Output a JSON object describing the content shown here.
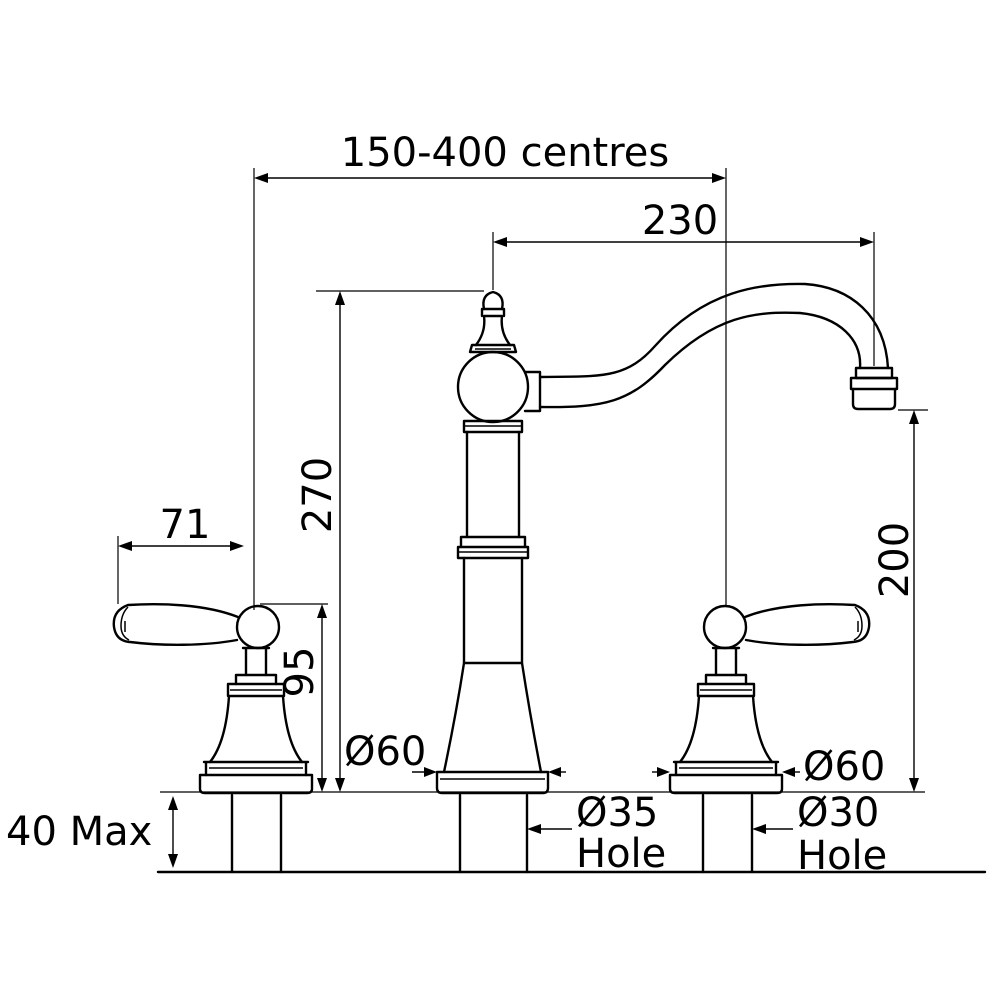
{
  "labels": {
    "centres": "150-400 centres",
    "spout_reach": "230",
    "spout_height": "270",
    "outlet_height": "200",
    "handle_length": "71",
    "handle_height": "95",
    "base_diameter_left": "Ø60",
    "base_diameter_right": "Ø60",
    "hole_35": "Ø35",
    "hole_30": "Ø30",
    "hole_word_left": "Hole",
    "hole_word_right": "Hole",
    "max_thickness": "40 Max"
  }
}
